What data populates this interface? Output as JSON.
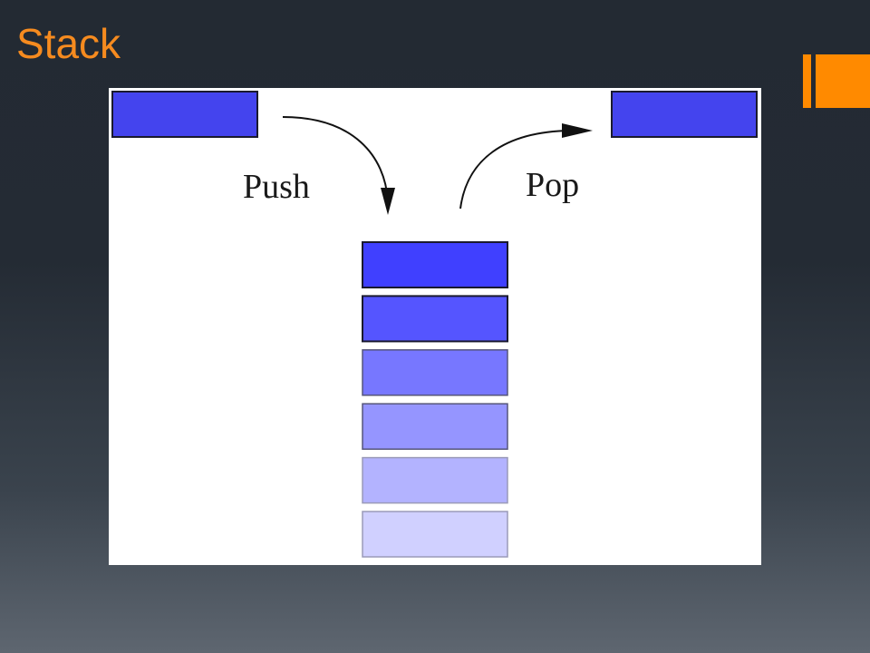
{
  "slide": {
    "title": "Stack"
  },
  "diagram": {
    "push_label": "Push",
    "pop_label": "Pop",
    "stack_depth": 6
  },
  "colors": {
    "title": "#f68b1f",
    "accent": "#ff8a00",
    "element_border": "#1a1a2e",
    "stack_shades": [
      "#4040ff",
      "#5555ff",
      "#7777ff",
      "#9595ff",
      "#b3b3ff",
      "#d0d0ff"
    ],
    "incoming_element": "#4444ee",
    "outgoing_element": "#4444ee"
  }
}
